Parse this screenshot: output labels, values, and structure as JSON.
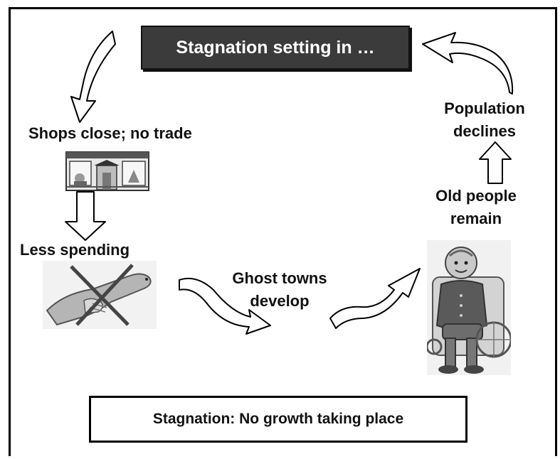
{
  "title": "Stagnation setting in …",
  "nodes": {
    "shops": "Shops close; no trade",
    "spending": "Less spending",
    "ghost_line1": "Ghost towns",
    "ghost_line2": "develop",
    "old_line1": "Old people",
    "old_line2": "remain",
    "pop_line1": "Population",
    "pop_line2": "declines"
  },
  "footer": "Stagnation: No growth taking place",
  "icons": [
    "shopfront-icon",
    "crossed-out-money-hand-icon",
    "elderly-person-wheelchair-icon"
  ],
  "colors": {
    "title_bg": "#3b3b3b",
    "title_text": "#ffffff",
    "line": "#000000"
  }
}
